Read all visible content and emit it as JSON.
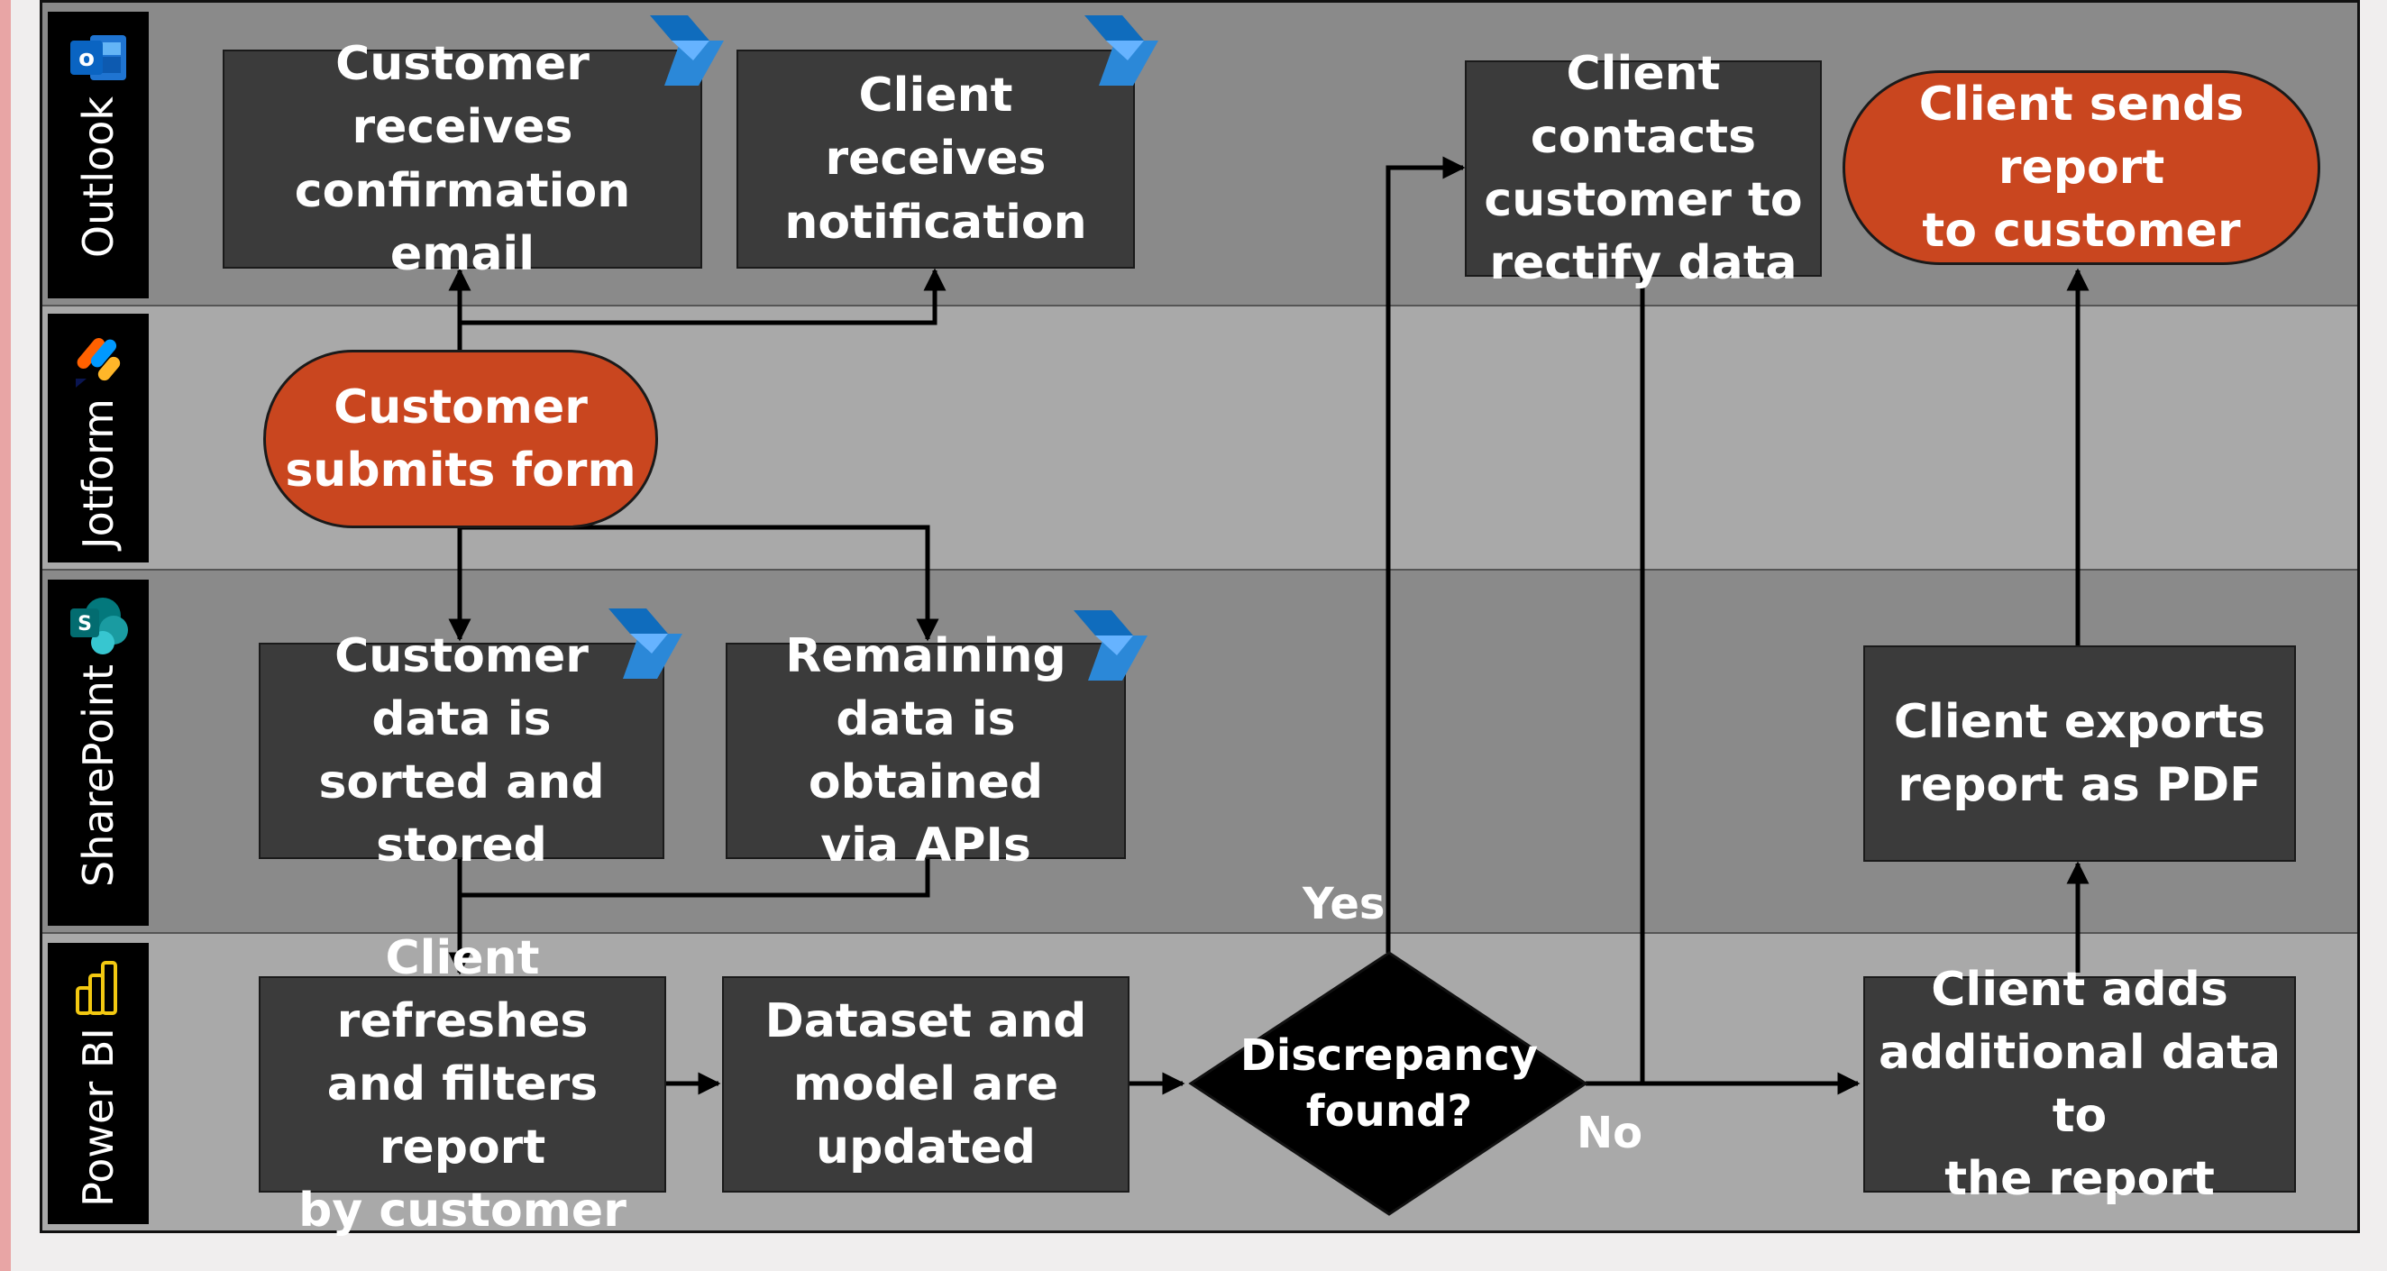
{
  "lanes": [
    {
      "label": "Outlook",
      "icon": "outlook-icon"
    },
    {
      "label": "Jotform",
      "icon": "jotform-icon"
    },
    {
      "label": "SharePoint",
      "icon": "sharepoint-icon"
    },
    {
      "label": "Power BI",
      "icon": "powerbi-icon"
    }
  ],
  "nodes": {
    "confirmation_email": "Customer receives\nconfirmation email",
    "client_notification": "Client receives\nnotification",
    "client_contacts": "Client contacts\ncustomer to\nrectify data",
    "client_sends": "Client sends report\nto customer",
    "customer_submits": "Customer\nsubmits form",
    "data_sorted": "Customer data is\nsorted and stored",
    "remaining_data": "Remaining\ndata is obtained\nvia APIs",
    "client_exports": "Client exports\nreport as PDF",
    "client_refreshes": "Client refreshes\nand filters report\nby customer",
    "dataset_updated": "Dataset and\nmodel are\nupdated",
    "discrepancy": "Discrepancy\nfound?",
    "client_adds": "Client adds\nadditional data to\nthe report"
  },
  "branches": {
    "yes": "Yes",
    "no": "No"
  },
  "automation_icon": "power-automate-icon",
  "colors": {
    "process_fill": "#3b3b3b",
    "terminal_fill": "#c9461f",
    "lane_dark": "#8a8a8a",
    "lane_light": "#a9a9a9",
    "decision_fill": "#000000"
  }
}
